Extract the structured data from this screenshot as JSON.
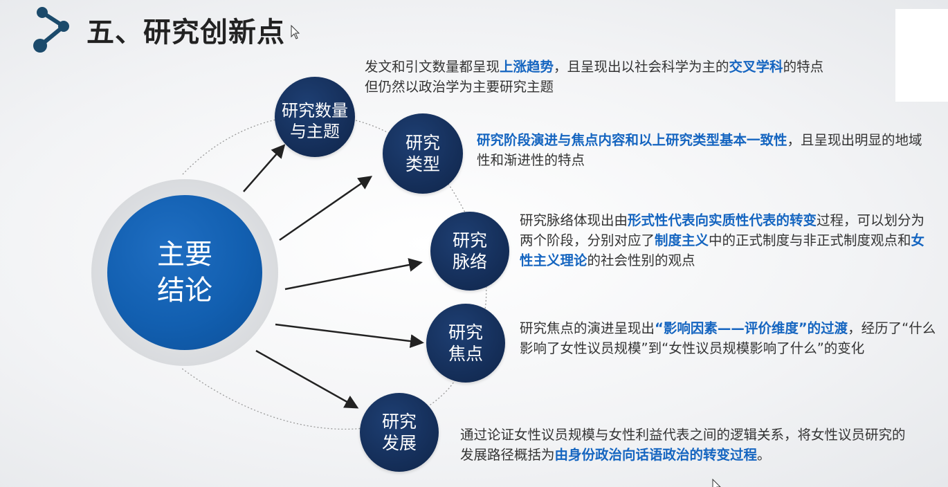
{
  "slide": {
    "title": "五、研究创新点",
    "title_icon": "molecule-connection-icon",
    "colors": {
      "main_blue": "#125fb0",
      "node_navy": "#152f5a",
      "highlight_blue": "#1565c0",
      "text": "#333333",
      "icon": "#1b4a6b"
    }
  },
  "center": {
    "label": "主要结论"
  },
  "nodes": [
    {
      "label": "研究数量与主题"
    },
    {
      "label": "研究类型"
    },
    {
      "label": "研究脉络"
    },
    {
      "label": "研究焦点"
    },
    {
      "label": "研究发展"
    }
  ],
  "descriptions": [
    {
      "parts": [
        {
          "text": "发文和引文数量都呈现",
          "hl": false
        },
        {
          "text": "上涨趋势",
          "hl": true
        },
        {
          "text": "，且呈现出以社会科学为主的",
          "hl": false
        },
        {
          "text": "交叉学科",
          "hl": true
        },
        {
          "text": "的特点",
          "hl": false
        },
        {
          "text": "但仍然以政治学为主要研究主题",
          "hl": false,
          "newline": true
        }
      ]
    },
    {
      "parts": [
        {
          "text": "研究阶段演进与焦点内容和以上研究类型基本一致性",
          "hl": true
        },
        {
          "text": "，且呈现出明显的地域性和渐进性的特点",
          "hl": false
        }
      ]
    },
    {
      "parts": [
        {
          "text": "研究脉络体现出由",
          "hl": false
        },
        {
          "text": "形式性代表向实质性代表的转变",
          "hl": true
        },
        {
          "text": "过程，可以划分为两个阶段，分别对应了",
          "hl": false
        },
        {
          "text": "制度主义",
          "hl": true
        },
        {
          "text": "中的正式制度与非正式制度观点和",
          "hl": false
        },
        {
          "text": "女性主义理论",
          "hl": true
        },
        {
          "text": "的社会性别的观点",
          "hl": false
        }
      ]
    },
    {
      "parts": [
        {
          "text": "研究焦点的演进呈现出",
          "hl": false
        },
        {
          "text": "“影响因素——评价维度”的过渡",
          "hl": true
        },
        {
          "text": "，经历了“什么影响了女性议员规模”到“女性议员规模影响了什么”的变化",
          "hl": false
        }
      ]
    },
    {
      "parts": [
        {
          "text": "通过论证女性议员规模与女性利益代表之间的逻辑关系，将女性议员研究的发展路径概括为",
          "hl": false
        },
        {
          "text": "由身份政治向话语政治的转变过程",
          "hl": true
        },
        {
          "text": "。",
          "hl": false
        }
      ]
    }
  ]
}
